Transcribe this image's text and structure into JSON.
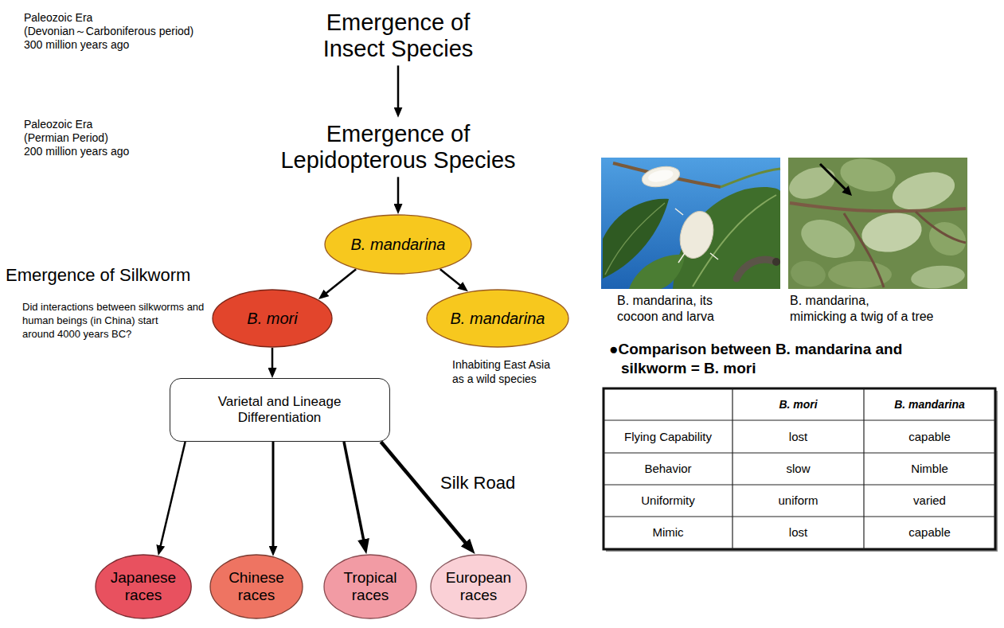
{
  "diagram": {
    "nodes": [
      {
        "text": [
          "Emergence of Insect Species"
        ]
      },
      {
        "text": [
          "Emergence of Lepidopterous Species"
        ]
      },
      {
        "text": [
          "B. mandarina"
        ]
      },
      {
        "text": [
          "B. mori"
        ]
      },
      {
        "text": [
          "B. mandarina"
        ]
      },
      {
        "text": [
          "Varietal and Lineage Differentiation"
        ]
      },
      {
        "text": [
          "Japanese races"
        ]
      },
      {
        "text": [
          "Chinese races"
        ]
      },
      {
        "text": [
          "Tropical races"
        ]
      },
      {
        "text": [
          "European races"
        ]
      }
    ],
    "edges": [
      {
        "from": 0,
        "to": 1,
        "arrow": "to"
      },
      {
        "from": 1,
        "to": 2,
        "arrow": "to"
      },
      {
        "from": 2,
        "to": 3,
        "arrow": "to"
      },
      {
        "from": 2,
        "to": 4,
        "arrow": "to"
      },
      {
        "from": 3,
        "to": 5,
        "arrow": "to"
      },
      {
        "from": 5,
        "to": 6,
        "arrow": "to"
      },
      {
        "from": 5,
        "to": 7,
        "arrow": "to"
      },
      {
        "from": 5,
        "to": 8,
        "arrow": "to"
      },
      {
        "from": 5,
        "to": 9,
        "arrow": "to"
      }
    ],
    "labels": [
      "Paleozoic Era",
      "(Devonian～Carboniferous period)",
      "300 million years ago",
      "Paleozoic Era",
      "(Permian Period)",
      "200 million years ago",
      "Emergence of Silkworm",
      "Did interactions between silkworms and",
      "human beings (in China) start",
      "around 4000 years BC?",
      "Inhabiting East Asia",
      "as a wild species",
      "Silk Road",
      "B. mandarina, its",
      "cocoon and larva",
      "B. mandarina,",
      "mimicking a twig of a tree",
      "●Comparison between B. mandarina and",
      "silkworm = B. mori",
      "B. mori",
      "B. mandarina",
      "Flying Capability",
      "lost",
      "capable",
      "Behavior",
      "slow",
      "Nimble",
      "Uniformity",
      "uniform",
      "varied",
      "Mimic",
      "lost",
      "capable"
    ]
  }
}
